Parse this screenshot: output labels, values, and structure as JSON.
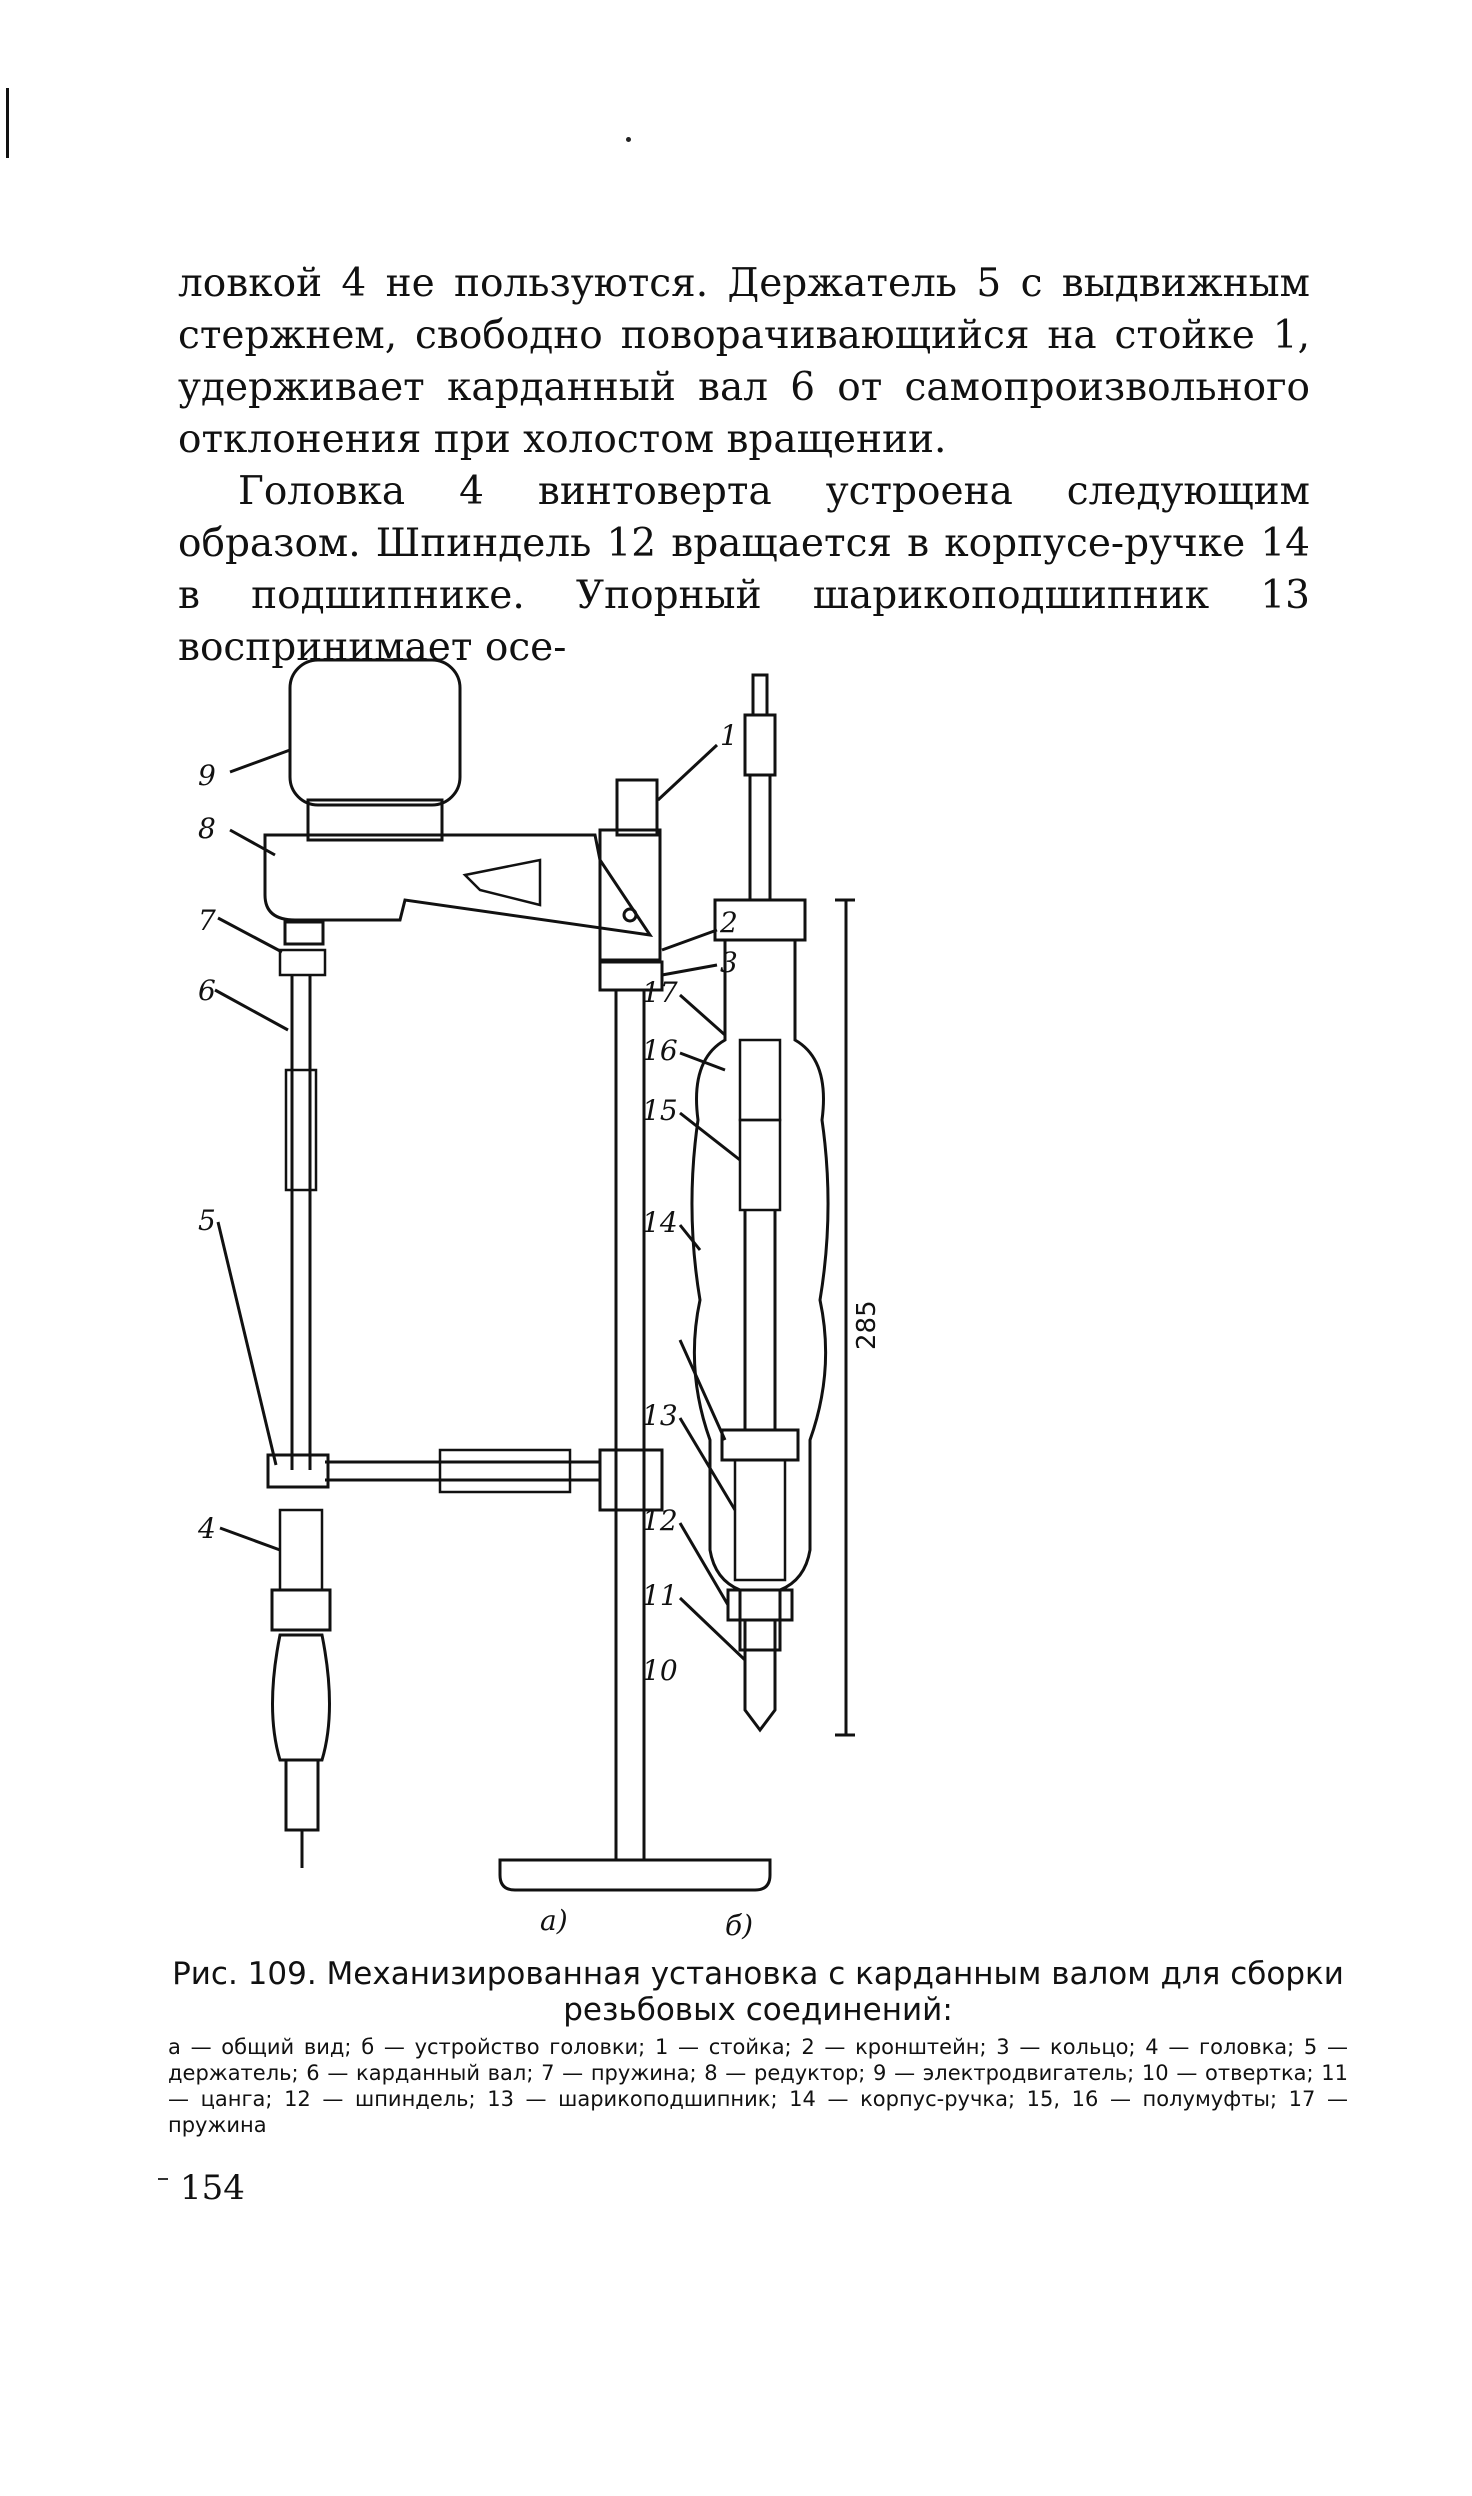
{
  "body_text": {
    "paragraph_1": "ловкой 4 не пользуются. Держатель 5 с выдвижным стержнем, свободно поворачивающийся на стойке 1, удерживает карданный вал 6 от самопроизвольного отклонения при холостом вращении.",
    "paragraph_2": "Головка 4 винтоверта устроена следующим образом. Шпиндель 12 вращается в корпусе-ручке 14 в подшипнике. Упорный шарикоподшипник 13 воспринимает осе-"
  },
  "figure": {
    "labels_left": [
      "9",
      "8",
      "7",
      "6",
      "5",
      "4",
      "1",
      "2",
      "3"
    ],
    "labels_right": [
      "17",
      "16",
      "15",
      "14",
      "13",
      "12",
      "11",
      "10"
    ],
    "dimension": "285",
    "sub_a": "а)",
    "sub_b": "б)"
  },
  "caption": {
    "title": "Рис. 109. Механизированная установка с карданным валом для сборки резьбовых соединений:",
    "legend": "а — общий вид; б — устройство головки; 1 — стойка; 2 — кронштейн; 3 — кольцо; 4 — головка; 5 — держатель; 6 — карданный вал; 7 — пружина; 8 — редуктор; 9 — электродвигатель; 10 — отвертка; 11 — цанга; 12 — шпиндель; 13 — шарикоподшипник; 14 — корпус-ручка; 15, 16 — полумуфты; 17 — пружина"
  },
  "page_number": "154"
}
